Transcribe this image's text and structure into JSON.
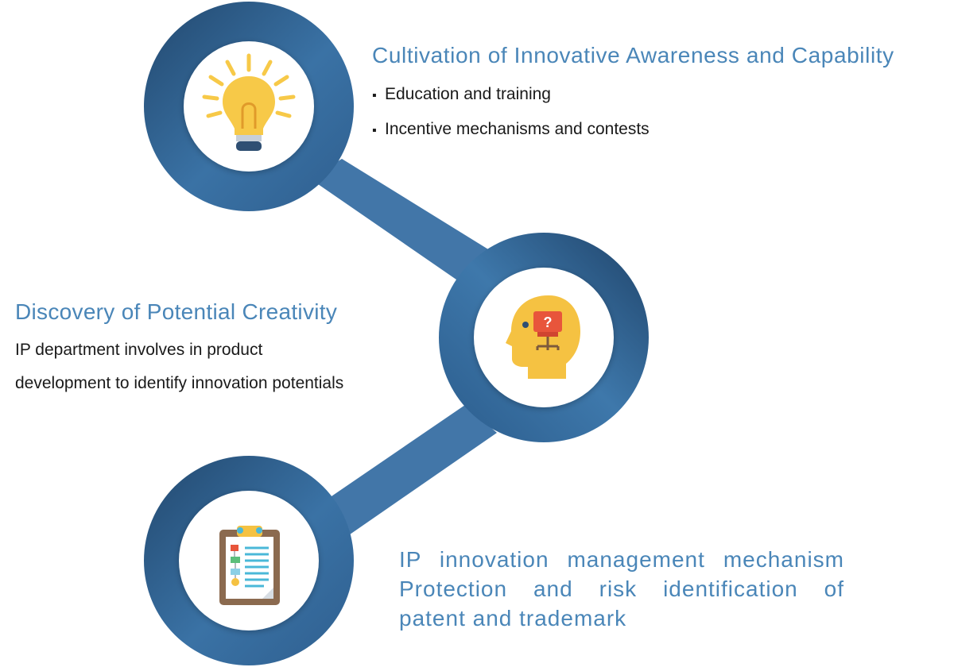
{
  "stages": [
    {
      "icon": "lightbulb-icon",
      "title": "Cultivation of Innovative Awareness and Capability",
      "bullets": [
        "Education and training",
        "Incentive mechanisms and contests"
      ]
    },
    {
      "icon": "head-question-icon",
      "title": "Discovery of Potential Creativity",
      "body_lines": [
        "IP department involves in product",
        "development to identify innovation potentials"
      ]
    },
    {
      "icon": "clipboard-flowchart-icon",
      "title_lines": [
        "IP innovation management mechanism",
        "Protection and risk identification of",
        "patent and trademark"
      ]
    }
  ],
  "colors": {
    "ring_dark": "#22486e",
    "ring_light": "#3e78ab",
    "connector": "#4276a8",
    "heading": "#4a86b8",
    "bulb": "#f7c948",
    "head": "#f5c242",
    "chair": "#e8553b",
    "clipboard": "#8b6a4f"
  }
}
